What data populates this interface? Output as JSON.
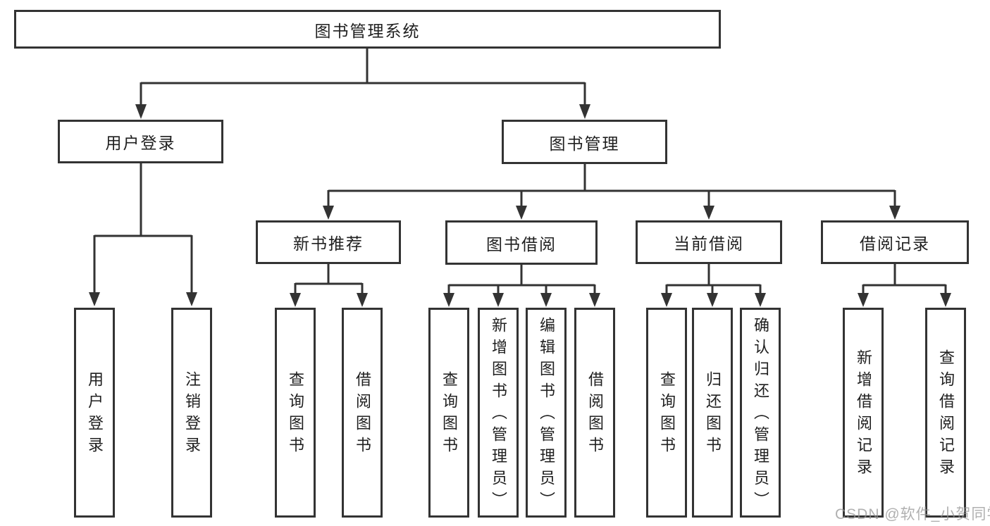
{
  "diagram": {
    "root": {
      "label": "图书管理系统"
    },
    "groups": [
      {
        "label": "用户登录",
        "leaves": [
          "用户登录",
          "注销登录"
        ]
      },
      {
        "label": "图书管理",
        "sections": [
          {
            "label": "新书推荐",
            "leaves": [
              "查询图书",
              "借阅图书"
            ]
          },
          {
            "label": "图书借阅",
            "leaves": [
              "查询图书",
              "新增图书（管理员）",
              "编辑图书（管理员）",
              "借阅图书"
            ]
          },
          {
            "label": "当前借阅",
            "leaves": [
              "查询图书",
              "归还图书",
              "确认归还（管理员）"
            ]
          },
          {
            "label": "借阅记录",
            "leaves": [
              "新增借阅记录",
              "查询借阅记录"
            ]
          }
        ]
      }
    ]
  },
  "colors": {
    "line": "#333333",
    "box_border": "#333333",
    "text": "#1f1f1f",
    "background": "#ffffff",
    "watermark": "#969696"
  },
  "watermark": {
    "text": "CSDN @软件_小贺同学"
  }
}
